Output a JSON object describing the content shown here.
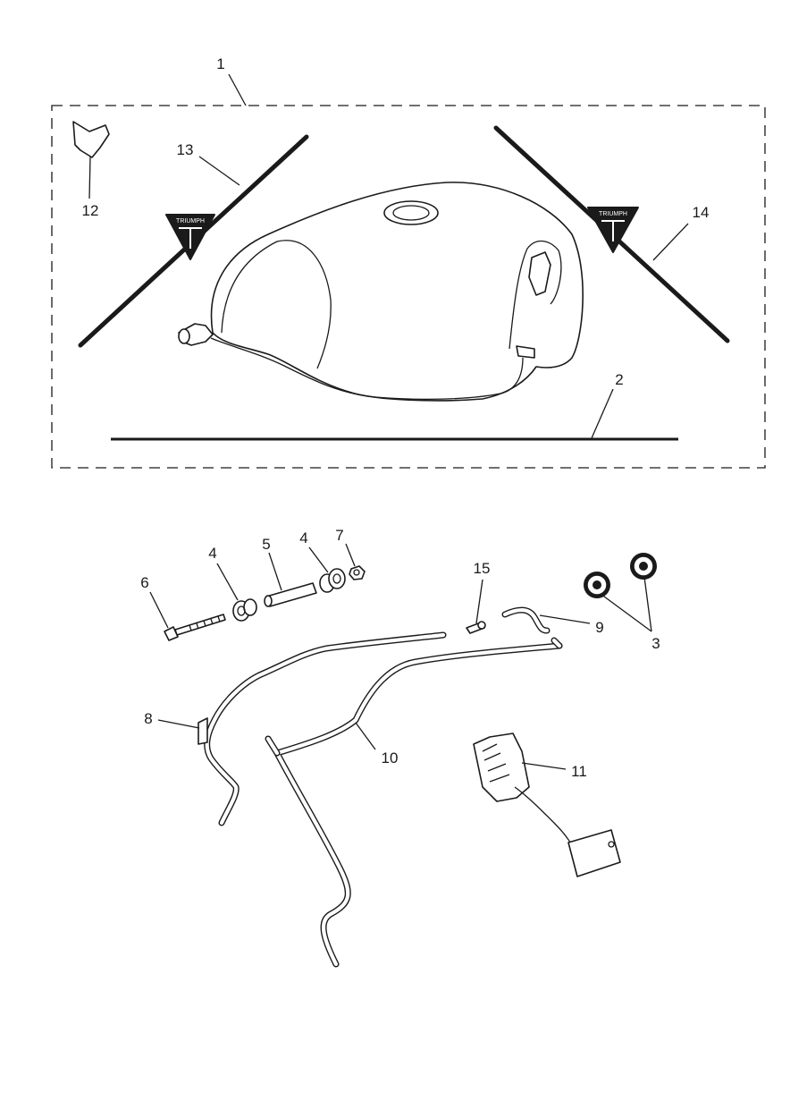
{
  "callouts": {
    "c1": "1",
    "c2": "2",
    "c3": "3",
    "c4a": "4",
    "c4b": "4",
    "c5": "5",
    "c6": "6",
    "c7": "7",
    "c8": "8",
    "c9": "9",
    "c10": "10",
    "c11": "11",
    "c12": "12",
    "c13": "13",
    "c14": "14",
    "c15": "15"
  },
  "badge": {
    "left_text": "TRIUMPH",
    "right_text": "TRIUMPH"
  }
}
